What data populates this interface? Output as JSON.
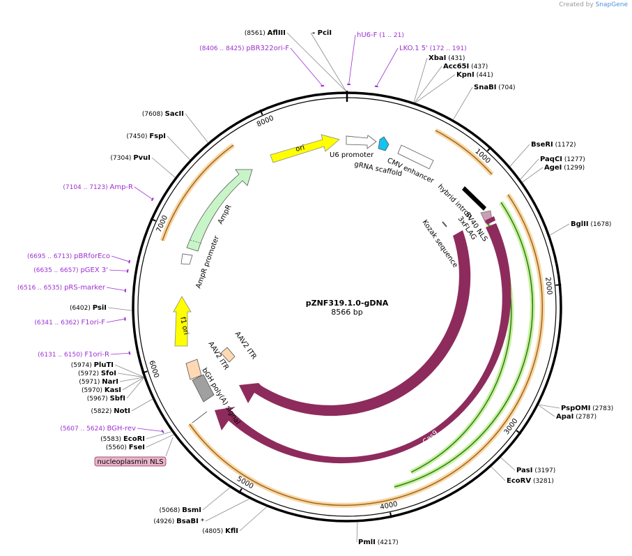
{
  "credit": {
    "prefix": "Created by",
    "brand": "SnapGene"
  },
  "plasmid": {
    "name": "pZNF319.1.0-gDNA",
    "length_label": "8566 bp",
    "total_bp": 8566
  },
  "ticks": [
    {
      "bp": 1000,
      "label": "1000"
    },
    {
      "bp": 2000,
      "label": "2000"
    },
    {
      "bp": 3000,
      "label": "3000"
    },
    {
      "bp": 4000,
      "label": "4000"
    },
    {
      "bp": 5000,
      "label": "5000"
    },
    {
      "bp": 6000,
      "label": "6000"
    },
    {
      "bp": 7000,
      "label": "7000"
    },
    {
      "bp": 8000,
      "label": "8000"
    }
  ],
  "restriction_sites": [
    {
      "name": "AflIII",
      "pos": "(8561)",
      "bp": 8561
    },
    {
      "name": "- PciI",
      "pos": "",
      "bp": 8561
    },
    {
      "name": "XbaI",
      "pos": "(431)",
      "bp": 431
    },
    {
      "name": "Acc65I",
      "pos": "(437)",
      "bp": 437
    },
    {
      "name": "KpnI",
      "pos": "(441)",
      "bp": 441
    },
    {
      "name": "SnaBI",
      "pos": "(704)",
      "bp": 704
    },
    {
      "name": "BseRI",
      "pos": "(1172)",
      "bp": 1172
    },
    {
      "name": "PaqCI",
      "pos": "(1277)",
      "bp": 1277
    },
    {
      "name": "AgeI",
      "pos": "(1299)",
      "bp": 1299
    },
    {
      "name": "BglII",
      "pos": "(1678)",
      "bp": 1678
    },
    {
      "name": "PspOMI",
      "pos": "(2783)",
      "bp": 2783
    },
    {
      "name": "ApaI",
      "pos": "(2787)",
      "bp": 2787
    },
    {
      "name": "PasI",
      "pos": "(3197)",
      "bp": 3197
    },
    {
      "name": "EcoRV",
      "pos": "(3281)",
      "bp": 3281
    },
    {
      "name": "PmlI",
      "pos": "(4217)",
      "bp": 4217
    },
    {
      "name": "KflI",
      "pos": "(4805)",
      "bp": 4805
    },
    {
      "name": "BsaBI",
      "pos": "(4926)",
      "bp": 4926,
      "mark": "*"
    },
    {
      "name": "BsmI",
      "pos": "(5068)",
      "bp": 5068
    },
    {
      "name": "FseI",
      "pos": "(5560)",
      "bp": 5560
    },
    {
      "name": "EcoRI",
      "pos": "(5583)",
      "bp": 5583
    },
    {
      "name": "NotI",
      "pos": "(5822)",
      "bp": 5822
    },
    {
      "name": "SbfI",
      "pos": "(5967)",
      "bp": 5967
    },
    {
      "name": "KasI",
      "pos": "(5970)",
      "bp": 5970
    },
    {
      "name": "NarI",
      "pos": "(5971)",
      "bp": 5971
    },
    {
      "name": "SfoI",
      "pos": "(5972)",
      "bp": 5972
    },
    {
      "name": "PluTI",
      "pos": "(5974)",
      "bp": 5974
    },
    {
      "name": "PsiI",
      "pos": "(6402)",
      "bp": 6402
    },
    {
      "name": "PvuI",
      "pos": "(7304)",
      "bp": 7304
    },
    {
      "name": "FspI",
      "pos": "(7450)",
      "bp": 7450
    },
    {
      "name": "SacII",
      "pos": "(7608)",
      "bp": 7608
    }
  ],
  "primers": [
    {
      "name": "pBR322ori-F",
      "range": "(8406 .. 8425)",
      "bp": 8415
    },
    {
      "name": "hU6-F",
      "range": "(1 .. 21)",
      "bp": 11
    },
    {
      "name": "LKO.1 5'",
      "range": "(172 .. 191)",
      "bp": 181
    },
    {
      "name": "Amp-R",
      "range": "(7104 .. 7123)",
      "bp": 7113
    },
    {
      "name": "pBRforEco",
      "range": "(6695 .. 6713)",
      "bp": 6704
    },
    {
      "name": "pGEX 3'",
      "range": "(6635 .. 6657)",
      "bp": 6646
    },
    {
      "name": "pRS-marker",
      "range": "(6516 .. 6535)",
      "bp": 6525
    },
    {
      "name": "F1ori-F",
      "range": "(6341 .. 6362)",
      "bp": 6351
    },
    {
      "name": "F1ori-R",
      "range": "(6131 .. 6150)",
      "bp": 6140
    },
    {
      "name": "BGH-rev",
      "range": "(5607 .. 5624)",
      "bp": 5615
    }
  ],
  "features": [
    {
      "name": "ori",
      "color": "#ffff00"
    },
    {
      "name": "U6 promoter",
      "color": "#ffffff"
    },
    {
      "name": "gRNA scaffold",
      "color": "#13c3f0"
    },
    {
      "name": "CMV enhancer",
      "color": "#ffffff"
    },
    {
      "name": "hybrid intron",
      "color": "#000000"
    },
    {
      "name": "SV40 NLS",
      "color": "#c8a0b4"
    },
    {
      "name": "3xFLAG",
      "color": "#8e2b5d"
    },
    {
      "name": "Kozak sequence",
      "color": "#555555"
    },
    {
      "name": "Cas9",
      "color": "#8e2b5d"
    },
    {
      "name": "bGH poly(A) signal",
      "color": "#a0a0a0"
    },
    {
      "name": "AAV2 ITR",
      "color": "#ffd9b3"
    },
    {
      "name": "f1 ori",
      "color": "#ffff00"
    },
    {
      "name": "AmpR promoter",
      "color": "#ffffff"
    },
    {
      "name": "AmpR",
      "color": "#c8f5c8"
    }
  ],
  "nls_box": {
    "label": "nucleoplasmin NLS",
    "color": "#e8b4c8"
  },
  "colors": {
    "backbone": "#000000",
    "primer": "#9b30d0",
    "orange_arc": "#e8a040",
    "green_arc": "#7ac943",
    "cas9": "#8e2b5d"
  }
}
